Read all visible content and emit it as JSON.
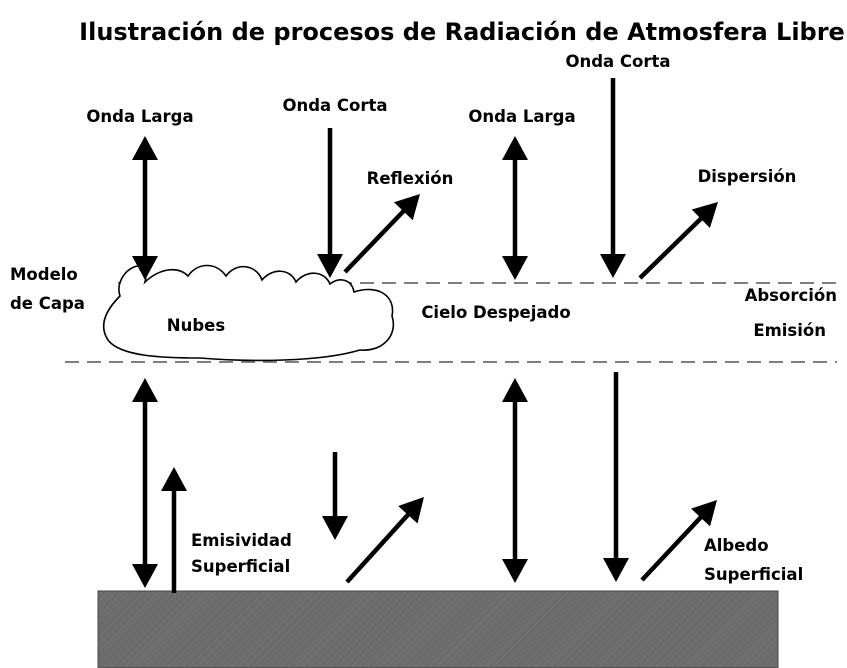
{
  "title": "Ilustración de procesos de Radiación de Atmosfera Libre",
  "labels": {
    "onda_larga_left": "Onda Larga",
    "onda_corta_mid": "Onda Corta",
    "reflexion": "Reflexión",
    "onda_larga_mid": "Onda Larga",
    "onda_corta_right": "Onda Corta",
    "dispersion": "Dispersión",
    "modelo": "Modelo",
    "de_capa": "de Capa",
    "nubes": "Nubes",
    "cielo_despejado": "Cielo Despejado",
    "absorcion": "Absorción",
    "emision": "Emisión",
    "emisividad": "Emisividad",
    "superficial_left": "Superficial",
    "albedo": "Albedo",
    "superficial_right": "Superficial"
  },
  "colors": {
    "ground": "#6b6b6b",
    "arrow": "#000000",
    "cloud_stroke": "#000000",
    "layer_line": "#555555"
  }
}
